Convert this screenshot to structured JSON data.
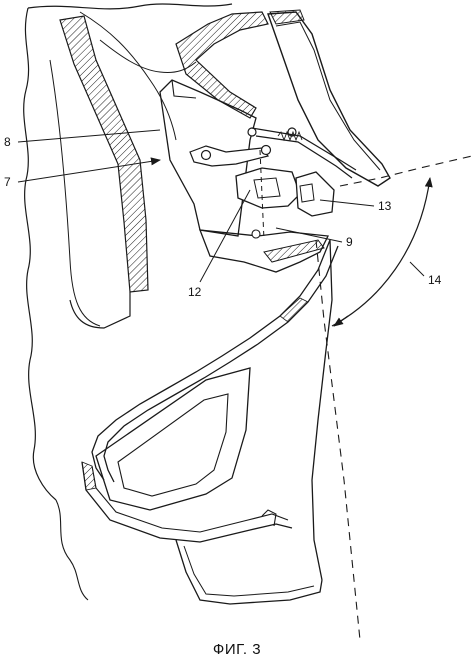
{
  "figure": {
    "caption": "ФИГ. 3",
    "labels": {
      "l7": "7",
      "l8": "8",
      "l9": "9",
      "l12": "12",
      "l13": "13",
      "l14": "14"
    }
  },
  "colors": {
    "line": "#1a1a1a",
    "background": "#ffffff"
  }
}
